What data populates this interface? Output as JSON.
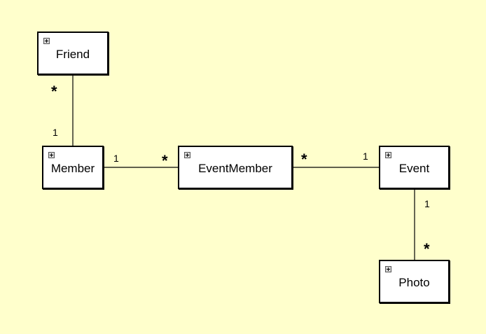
{
  "diagram": {
    "background": "#ffffcc",
    "entities": {
      "friend": "Friend",
      "member": "Member",
      "event_member": "EventMember",
      "event": "Event",
      "photo": "Photo"
    },
    "associations": {
      "friend_member": {
        "friend_end": "*",
        "member_end": "1"
      },
      "member_eventmember": {
        "member_end": "1",
        "eventmember_end": "*"
      },
      "eventmember_event": {
        "eventmember_end": "*",
        "event_end": "1"
      },
      "event_photo": {
        "event_end": "1",
        "photo_end": "*"
      }
    }
  }
}
